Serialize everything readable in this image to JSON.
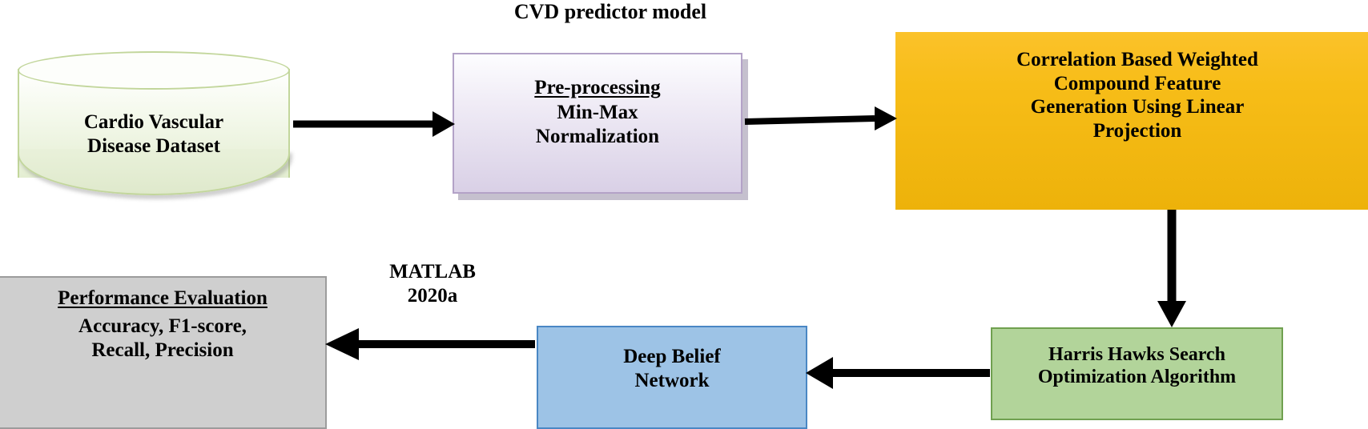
{
  "diagram": {
    "title": "CVD predictor model",
    "annotation": "MATLAB\n2020a",
    "colors": {
      "database_fill": "#e4eed2",
      "database_stroke": "#c2d69b",
      "preprocess_fill": "#d9d0e6",
      "preprocess_stroke": "#b3a2c7",
      "feature_fill": "#f7bd18",
      "optimizer_fill": "#b2d49a",
      "optimizer_stroke": "#70a050",
      "network_fill": "#9dc3e6",
      "network_stroke": "#4a87c4",
      "evaluation_fill": "#cfcfcf",
      "evaluation_stroke": "#9c9c9c",
      "arrow": "#000000"
    },
    "nodes": {
      "database": {
        "label": "Cardio Vascular\nDisease Dataset",
        "shape": "cylinder"
      },
      "preprocess": {
        "heading": "Pre-processing",
        "body": "Min-Max\nNormalization",
        "shape": "rectangle"
      },
      "feature_generation": {
        "label": "Correlation Based Weighted\nCompound Feature\nGeneration Using Linear\nProjection",
        "shape": "rectangle"
      },
      "optimizer": {
        "label": "Harris Hawks Search\nOptimization Algorithm",
        "shape": "rectangle"
      },
      "network": {
        "label": "Deep Belief\nNetwork",
        "shape": "rectangle"
      },
      "evaluation": {
        "heading": "Performance Evaluation",
        "body": "Accuracy, F1-score,\nRecall, Precision",
        "shape": "rectangle"
      }
    },
    "edges": [
      {
        "from": "database",
        "to": "preprocess",
        "direction": "right"
      },
      {
        "from": "preprocess",
        "to": "feature_generation",
        "direction": "right"
      },
      {
        "from": "feature_generation",
        "to": "optimizer",
        "direction": "down"
      },
      {
        "from": "optimizer",
        "to": "network",
        "direction": "left"
      },
      {
        "from": "network",
        "to": "evaluation",
        "direction": "left"
      }
    ]
  }
}
